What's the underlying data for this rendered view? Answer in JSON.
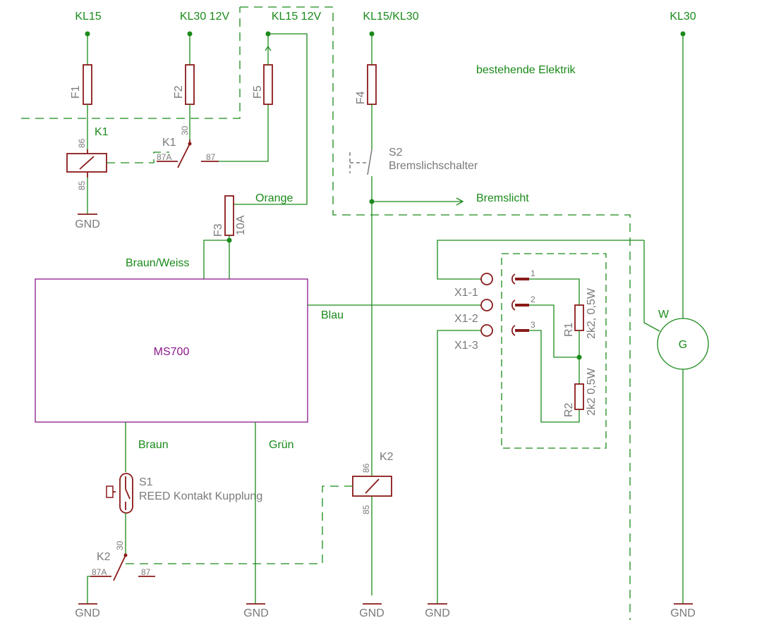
{
  "supplies": {
    "kl15": "KL15",
    "kl30_12v": "KL30 12V",
    "kl15_12v": "KL15 12V",
    "kl15_kl30": "KL15/KL30",
    "kl30": "KL30"
  },
  "note": "bestehende Elektrik",
  "fuses": {
    "f1": "F1",
    "f2": "F2",
    "f5": "F5",
    "f4": "F4",
    "f3": "F3",
    "f3_rating": "10A"
  },
  "relays": {
    "k1": "K1",
    "k1_pin86": "86",
    "k1_pin85": "85",
    "k1_contact": "K1",
    "k1_pin30": "30",
    "k1_pin87a": "87A",
    "k1_pin87": "87",
    "k2": "K2",
    "k2_pin86": "86",
    "k2_pin85": "85",
    "k2_contact": "K2",
    "k2_pin30": "30",
    "k2_pin87a": "87A",
    "k2_pin87": "87"
  },
  "switches": {
    "s2": "S2",
    "s2_desc": "Bremslichschalter",
    "s1": "S1",
    "s1_desc": "REED Kontakt Kupplung"
  },
  "wires": {
    "orange": "Orange",
    "braun_weiss": "Braun/Weiss",
    "blau": "Blau",
    "braun": "Braun",
    "gruen": "Grün",
    "bremslicht": "Bremslicht"
  },
  "ms700": "MS700",
  "connector": {
    "x1_1": "X1-1",
    "x1_2": "X1-2",
    "x1_3": "X1-3",
    "p1": "1",
    "p2": "2",
    "p3": "3"
  },
  "resistors": {
    "r1": "R1",
    "r1_value": "2k2, 0,5W",
    "r2": "R2",
    "r2_value": "2k2 0,5W"
  },
  "generator": {
    "w": "W",
    "g": "G"
  },
  "ground": "GND"
}
